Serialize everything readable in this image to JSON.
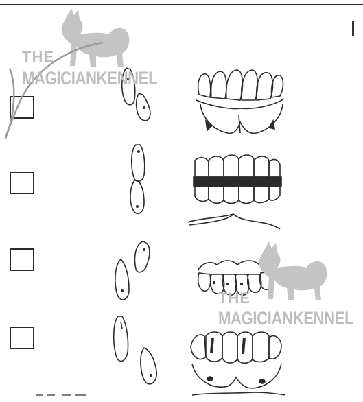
{
  "watermark": {
    "line1": "THE",
    "line2": "MAGICIANKENNEL"
  },
  "options": [
    {
      "id": "option-1",
      "checked": false
    },
    {
      "id": "option-2",
      "checked": false
    },
    {
      "id": "option-3",
      "checked": false
    },
    {
      "id": "option-4",
      "checked": false
    }
  ],
  "colors": {
    "ink": "#2b2b2b",
    "watermark": "#bdbdbd",
    "rule": "#2a2a2a"
  }
}
